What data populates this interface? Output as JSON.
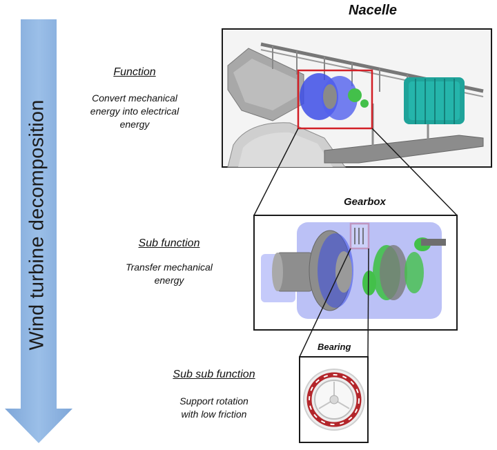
{
  "arrow": {
    "label": "Wind turbine decomposition",
    "color": "#8db3e2"
  },
  "levels": [
    {
      "title": "Nacelle",
      "function_heading": "Function",
      "function_text": "Convert mechanical\nenergy into electrical\nenergy"
    },
    {
      "title": "Gearbox",
      "function_heading": "Sub function",
      "function_text": "Transfer mechanical\nenergy"
    },
    {
      "title": "Bearing",
      "function_heading": "Sub sub function",
      "function_text": "Support rotation\nwith low friction"
    }
  ],
  "colors": {
    "highlight": "#d21f26",
    "frame": "#1a1a1a",
    "machinery_gray": "#9a9a9a",
    "gearbox_blue": "#3d4ee6",
    "generator_teal": "#1fa39a",
    "gear_green": "#43c04a",
    "bearing_red": "#b3262b"
  }
}
